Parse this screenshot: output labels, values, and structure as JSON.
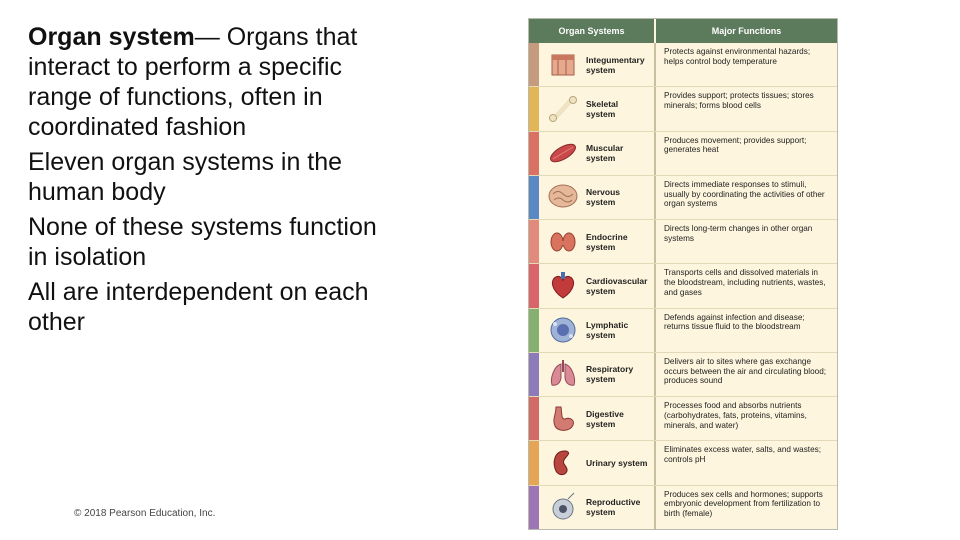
{
  "bullets": [
    {
      "term": "Organ system",
      "text": "— Organs that interact to perform a specific range of functions, often in coordinated fashion"
    },
    {
      "term": "",
      "text": "Eleven organ systems in the human body"
    },
    {
      "term": "",
      "text": "None of these systems function in isolation"
    },
    {
      "term": "",
      "text": "All are interdependent on each other"
    }
  ],
  "copyright": "© 2018 Pearson Education, Inc.",
  "table": {
    "headers": [
      "Organ Systems",
      "Major Functions"
    ],
    "rows": [
      {
        "name": "Integumentary system",
        "function": "Protects against environmental hazards; helps control body temperature",
        "color": "#c69a7c",
        "icon": "skin-icon"
      },
      {
        "name": "Skeletal system",
        "function": "Provides support; protects tissues; stores minerals; forms blood cells",
        "color": "#e0b658",
        "icon": "bone-icon"
      },
      {
        "name": "Muscular system",
        "function": "Produces movement; provides support; generates heat",
        "color": "#d97262",
        "icon": "muscle-icon"
      },
      {
        "name": "Nervous system",
        "function": "Directs immediate responses to stimuli, usually by coordinating the activities of other organ systems",
        "color": "#5a88c4",
        "icon": "brain-icon"
      },
      {
        "name": "Endocrine system",
        "function": "Directs long-term changes in other organ systems",
        "color": "#e28a7c",
        "icon": "thyroid-icon"
      },
      {
        "name": "Cardiovascular system",
        "function": "Transports cells and dissolved materials in the bloodstream, including nutrients, wastes, and gases",
        "color": "#d9646a",
        "icon": "heart-icon"
      },
      {
        "name": "Lymphatic system",
        "function": "Defends against infection and disease; returns tissue fluid to the bloodstream",
        "color": "#86b06f",
        "icon": "lymph-cell-icon"
      },
      {
        "name": "Respiratory system",
        "function": "Delivers air to sites where gas exchange occurs between the air and circulating blood; produces sound",
        "color": "#8c7bb8",
        "icon": "lungs-icon"
      },
      {
        "name": "Digestive system",
        "function": "Processes food and absorbs nutrients (carbohydrates, fats, proteins, vitamins, minerals, and water)",
        "color": "#d26a66",
        "icon": "stomach-icon"
      },
      {
        "name": "Urinary system",
        "function": "Eliminates excess water, salts, and wastes; controls pH",
        "color": "#e4a556",
        "icon": "kidney-icon"
      },
      {
        "name": "Reproductive system",
        "function": "Produces sex cells and hormones; supports embryonic development from fertilization to birth (female)",
        "color": "#9d74b4",
        "icon": "egg-cell-icon"
      }
    ]
  }
}
